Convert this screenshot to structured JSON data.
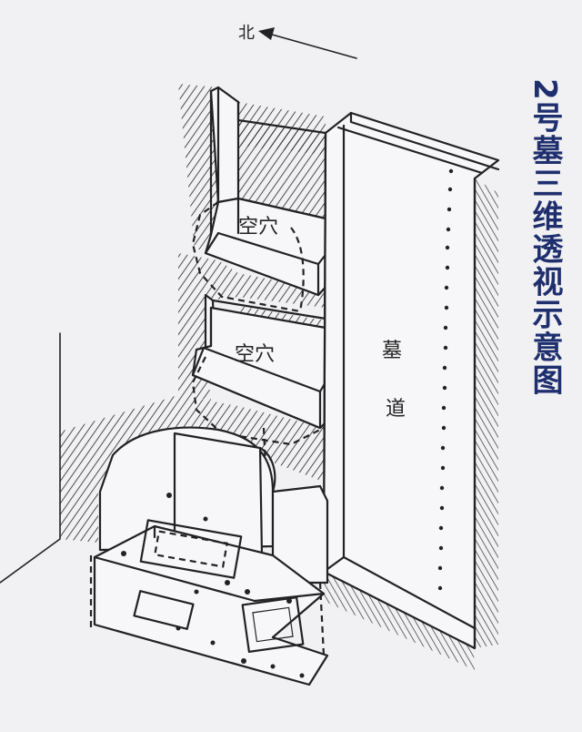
{
  "title": "2号墓三维透视示意图",
  "labels": {
    "north": "北",
    "upper_niche": "空穴",
    "lower_niche": "空穴",
    "passage_top": "墓",
    "passage_bottom": "道"
  },
  "colors": {
    "title": "#1f2f6e",
    "ink": "#222222",
    "paper": "#f1f1f3"
  }
}
